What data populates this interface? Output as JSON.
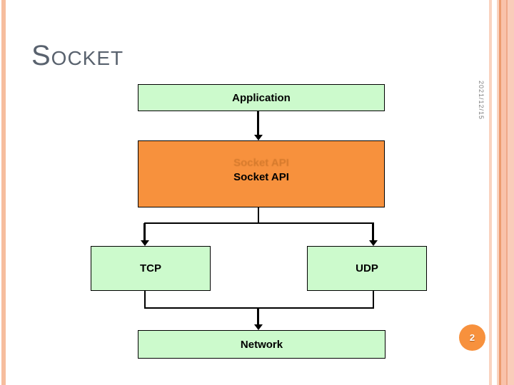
{
  "slide": {
    "title": "Socket",
    "date": "2021/12/15",
    "page_number": "2"
  },
  "diagram": {
    "nodes": [
      {
        "id": "application",
        "label": "Application"
      },
      {
        "id": "socket-api",
        "label": "Socket API"
      },
      {
        "id": "tcp",
        "label": "TCP"
      },
      {
        "id": "udp",
        "label": "UDP"
      },
      {
        "id": "network",
        "label": "Network"
      }
    ],
    "ghost_label": "Socket API",
    "edges": [
      "application -> socket-api",
      "socket-api -> tcp",
      "socket-api -> udp",
      "tcp -> network",
      "udp -> network"
    ]
  },
  "theme": {
    "colors": {
      "node_fill": "#ccfacc",
      "highlight_fill": "#f7913d",
      "node_border": "#000000",
      "connector": "#000000",
      "title_color": "#59626e",
      "date_color": "#7f7f7f",
      "stripe_light": "#f6bd9e",
      "stripe_pale": "#fad3c0",
      "stripe_dark": "#ec9b6e",
      "stripe_mid": "#f9c2aa",
      "stripe_deep": "#efa888",
      "stripe_soft": "#f9cdba"
    }
  }
}
